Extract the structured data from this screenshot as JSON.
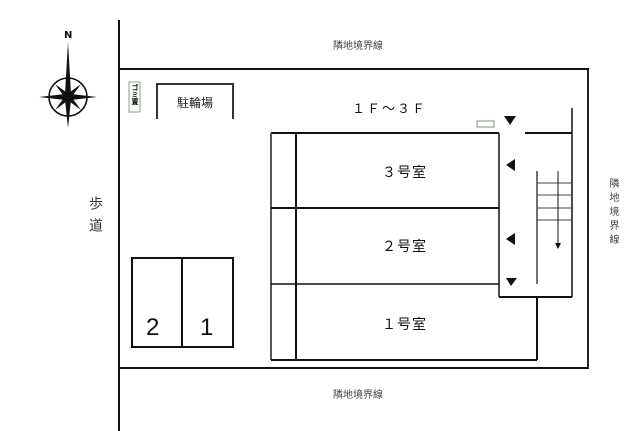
{
  "compass": {
    "north_label": "N",
    "icon": "compass-rose-icon"
  },
  "labels": {
    "top_boundary": "隣地境界線",
    "bottom_boundary": "隣地境界線",
    "right_boundary": "隣地境界線",
    "sidewalk": "歩道",
    "bicycle_parking": "駐輪場",
    "garbage": "ゴミ置",
    "floors": "１Ｆ～３Ｆ"
  },
  "rooms": [
    {
      "label": "３号室"
    },
    {
      "label": "２号室"
    },
    {
      "label": "１号室"
    }
  ],
  "parking": [
    {
      "label": "2"
    },
    {
      "label": "1"
    }
  ],
  "colors": {
    "line": "#111111",
    "text": "#333333",
    "garbage_box_border": "#8aa37a",
    "meter_box_border": "#7d9a6e"
  }
}
